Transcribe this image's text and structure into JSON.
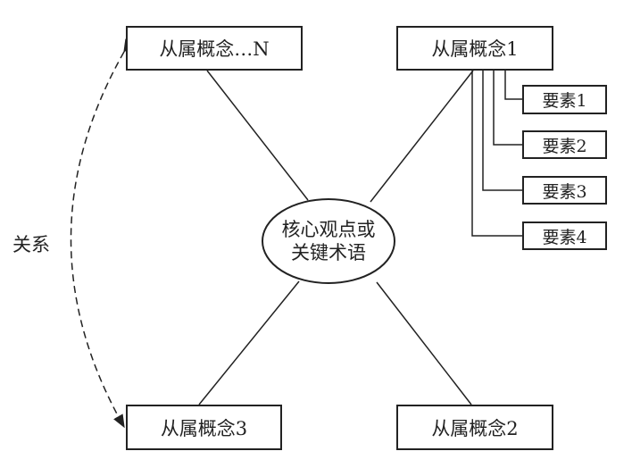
{
  "core": {
    "line1": "核心观点或",
    "line2": "关键术语"
  },
  "concepts": {
    "n": "从属概念…N",
    "c1": "从属概念1",
    "c2": "从属概念2",
    "c3": "从属概念3"
  },
  "elements": [
    "要素1",
    "要素2",
    "要素3",
    "要素4"
  ],
  "relation_label": "关系"
}
